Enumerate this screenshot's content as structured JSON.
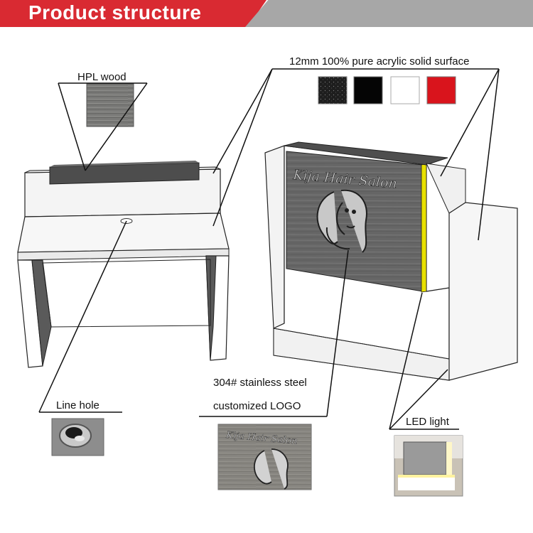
{
  "header": {
    "title": "Product structure"
  },
  "labels": {
    "hpl": "HPL wood",
    "acrylic": "12mm 100% pure acrylic solid surface",
    "steel_line1": "304# stainless steel",
    "steel_line2": "customized LOGO",
    "line_hole": "Line hole",
    "led": "LED light"
  },
  "logo_text": "Kija Hair Salon",
  "colors": {
    "header_red": "#d92a32",
    "header_gray": "#a7a7a7",
    "swatch_black_sparkle": "#1e1e1e",
    "swatch_black": "#050505",
    "swatch_white": "#ffffff",
    "swatch_red": "#d9141c",
    "led": "#e8e000"
  },
  "icons": [
    "hair-salon-face-logo-icon",
    "grommet-line-hole-icon"
  ]
}
